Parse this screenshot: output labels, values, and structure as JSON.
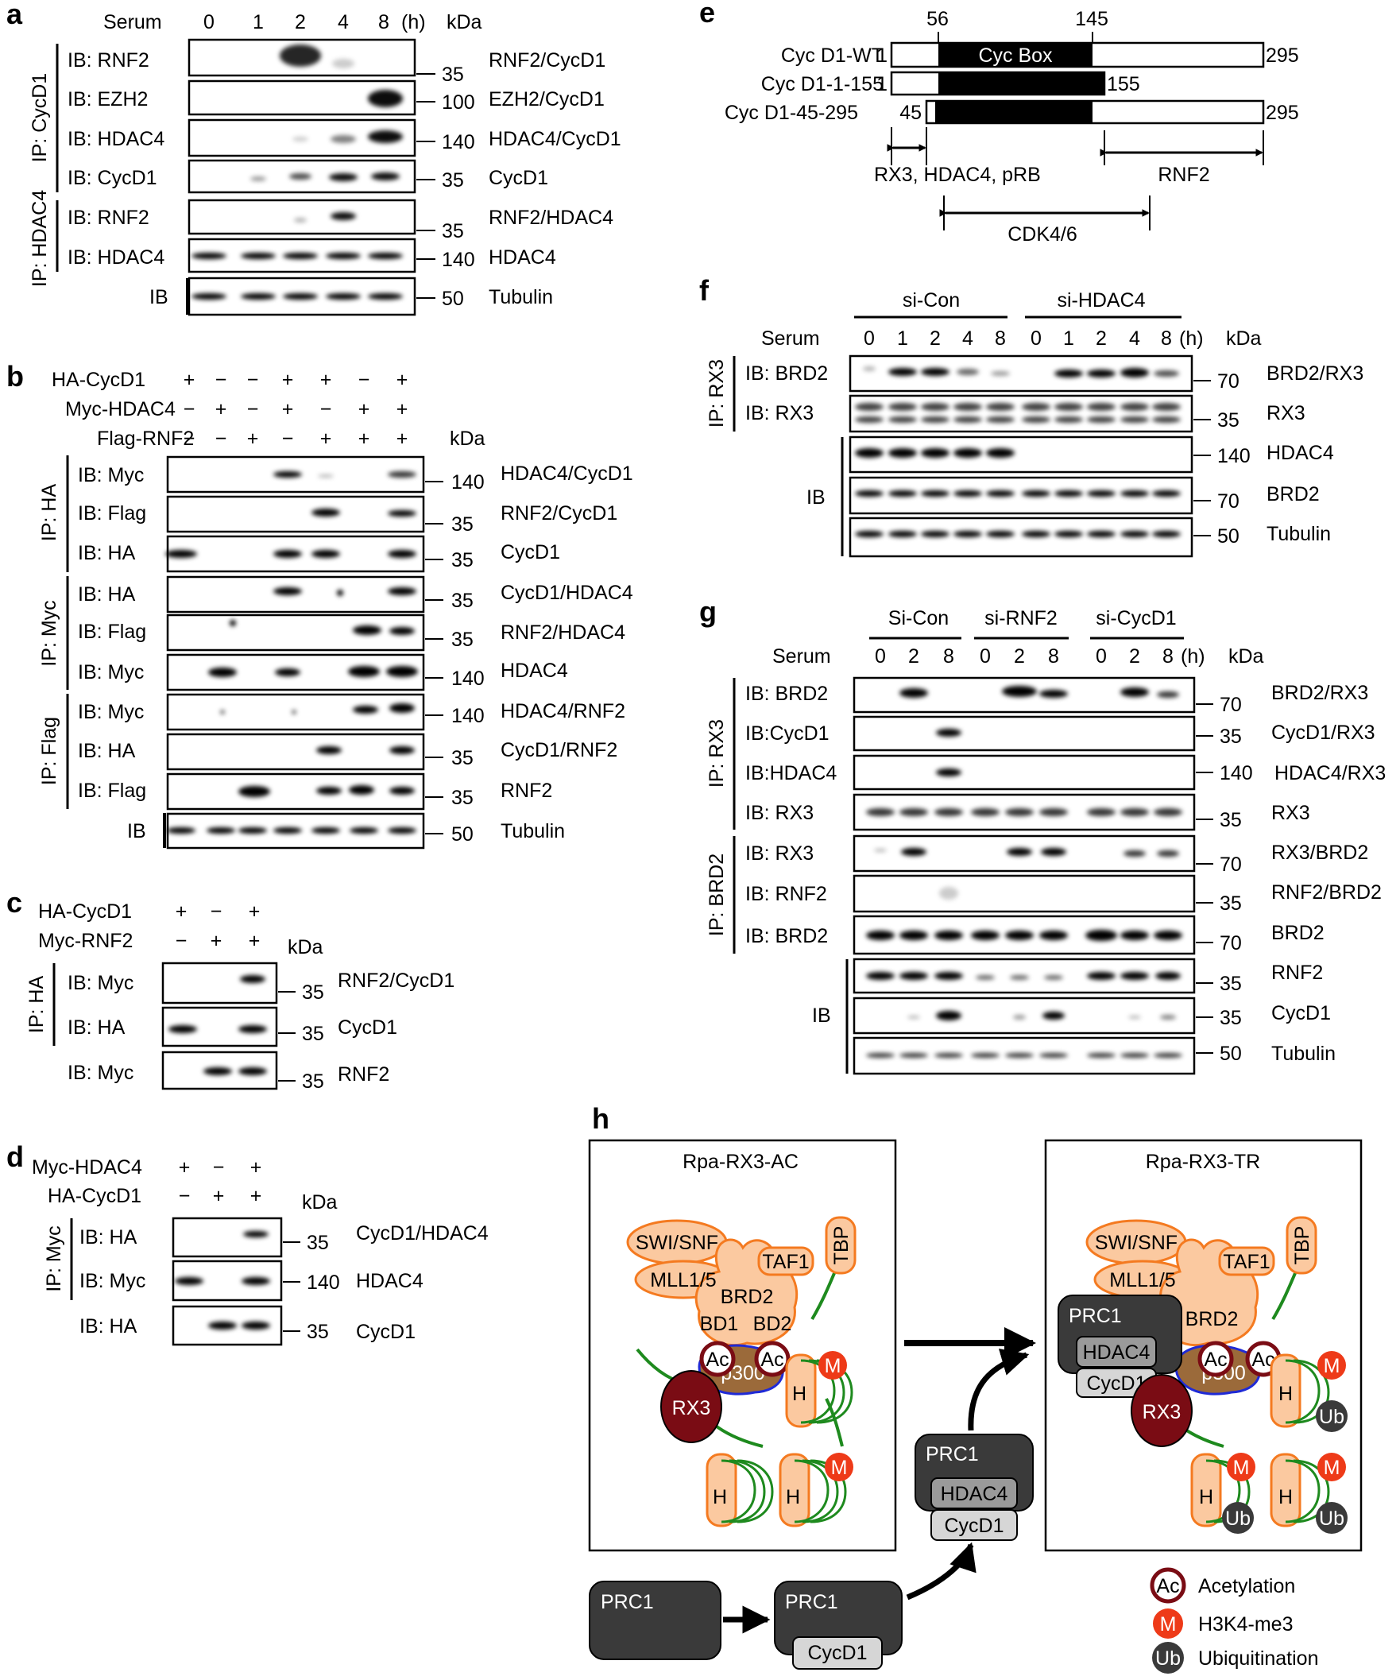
{
  "common": {
    "kda": "kDa",
    "h": "(h)",
    "serum": "Serum",
    "plus": "+",
    "minus": "−",
    "mw35": "35",
    "mw50": "50",
    "mw70": "70",
    "mw100": "100",
    "mw140": "140",
    "ib": "IB",
    "ib_rnf2": "IB: RNF2",
    "ib_ezh2": "IB: EZH2",
    "ib_hdac4": "IB: HDAC4",
    "ib_cycd1": "IB: CycD1",
    "ib_myc": "IB: Myc",
    "ib_flag": "IB: Flag",
    "ib_ha": "IB: HA",
    "ib_brd2": "IB: BRD2",
    "ib_rx3": "IB: RX3",
    "ib_cycd1_ns": "IB:CycD1",
    "ib_hdac4_ns": "IB:HDAC4",
    "ip_cycd1": "IP: CycD1",
    "ip_hdac4": "IP: HDAC4",
    "ip_ha": "IP: HA",
    "ip_myc": "IP: Myc",
    "ip_flag": "IP: Flag",
    "ip_rx3": "IP: RX3",
    "ip_brd2": "IP: BRD2",
    "rnf2_cycd1": "RNF2/CycD1",
    "ezh2_cycd1": "EZH2/CycD1",
    "hdac4_cycd1": "HDAC4/CycD1",
    "cycd1": "CycD1",
    "rnf2_hdac4": "RNF2/HDAC4",
    "hdac4": "HDAC4",
    "tubulin": "Tubulin",
    "cycd1_hdac4": "CycD1/HDAC4",
    "hdac4_rnf2": "HDAC4/RNF2",
    "cycd1_rnf2": "CycD1/RNF2",
    "rnf2": "RNF2",
    "brd2_rx3": "BRD2/RX3",
    "rx3": "RX3",
    "brd2": "BRD2",
    "cycd1_rx3": "CycD1/RX3",
    "hdac4_rx3": "HDAC4/RX3",
    "rx3_brd2": "RX3/BRD2",
    "rnf2_brd2": "RNF2/BRD2"
  },
  "panel_a": {
    "label": "a",
    "lanes": [
      "0",
      "1",
      "2",
      "4",
      "8"
    ]
  },
  "panel_b": {
    "label": "b",
    "rows": [
      "HA-CycD1",
      "Myc-HDAC4",
      "Flag-RNF2"
    ]
  },
  "panel_c": {
    "label": "c",
    "rows": [
      "HA-CycD1",
      "Myc-RNF2"
    ]
  },
  "panel_d": {
    "label": "d",
    "rows": [
      "Myc-HDAC4",
      "HA-CycD1"
    ]
  },
  "panel_e": {
    "label": "e",
    "pos56": "56",
    "pos145": "145",
    "box": "Cyc Box",
    "constructs": [
      {
        "name": "Cyc D1-WT",
        "start": "1",
        "end": "295"
      },
      {
        "name": "Cyc D1-1-155",
        "start": "1",
        "end": "155"
      },
      {
        "name": "Cyc D1-45-295",
        "start": "45",
        "end": "295"
      }
    ],
    "region_left": "RX3, HDAC4, pRB",
    "region_right": "RNF2",
    "region_mid": "CDK4/6"
  },
  "panel_f": {
    "label": "f",
    "groups": [
      "si-Con",
      "si-HDAC4"
    ],
    "lanes": [
      "0",
      "1",
      "2",
      "4",
      "8",
      "0",
      "1",
      "2",
      "4",
      "8"
    ]
  },
  "panel_g": {
    "label": "g",
    "groups": [
      "Si-Con",
      "si-RNF2",
      "si-CycD1"
    ],
    "lanes": [
      "0",
      "2",
      "8",
      "0",
      "2",
      "8",
      "0",
      "2",
      "8"
    ]
  },
  "panel_h": {
    "label": "h",
    "left_title": "Rpa-RX3-AC",
    "right_title": "Rpa-RX3-TR",
    "swisnf": "SWI/SNF",
    "mll": "MLL1/5",
    "taf1": "TAF1",
    "tbp": "TBP",
    "brd2": "BRD2",
    "bd1": "BD1",
    "bd2": "BD2",
    "ac": "Ac",
    "p300": "p300",
    "rx3": "RX3",
    "m": "M",
    "hist": "H",
    "ub": "Ub",
    "prc1": "PRC1",
    "hdac4": "HDAC4",
    "cycd1": "CycD1",
    "legend": [
      {
        "sym": "Ac",
        "text": "Acetylation"
      },
      {
        "sym": "M",
        "text": "H3K4-me3"
      },
      {
        "sym": "Ub",
        "text": "Ubiquitination"
      }
    ]
  },
  "colors": {
    "orange": "#f47a20",
    "peach": "#fbc9a0",
    "darkred": "#7a0c14",
    "brown": "#9b6a3a",
    "blue": "#1f2ad6",
    "green": "#1e8a1e",
    "red": "#ee3a18",
    "dark": "#3a3a3a",
    "grey": "#9a9a9a",
    "lightgrey": "#d6d6d6"
  }
}
